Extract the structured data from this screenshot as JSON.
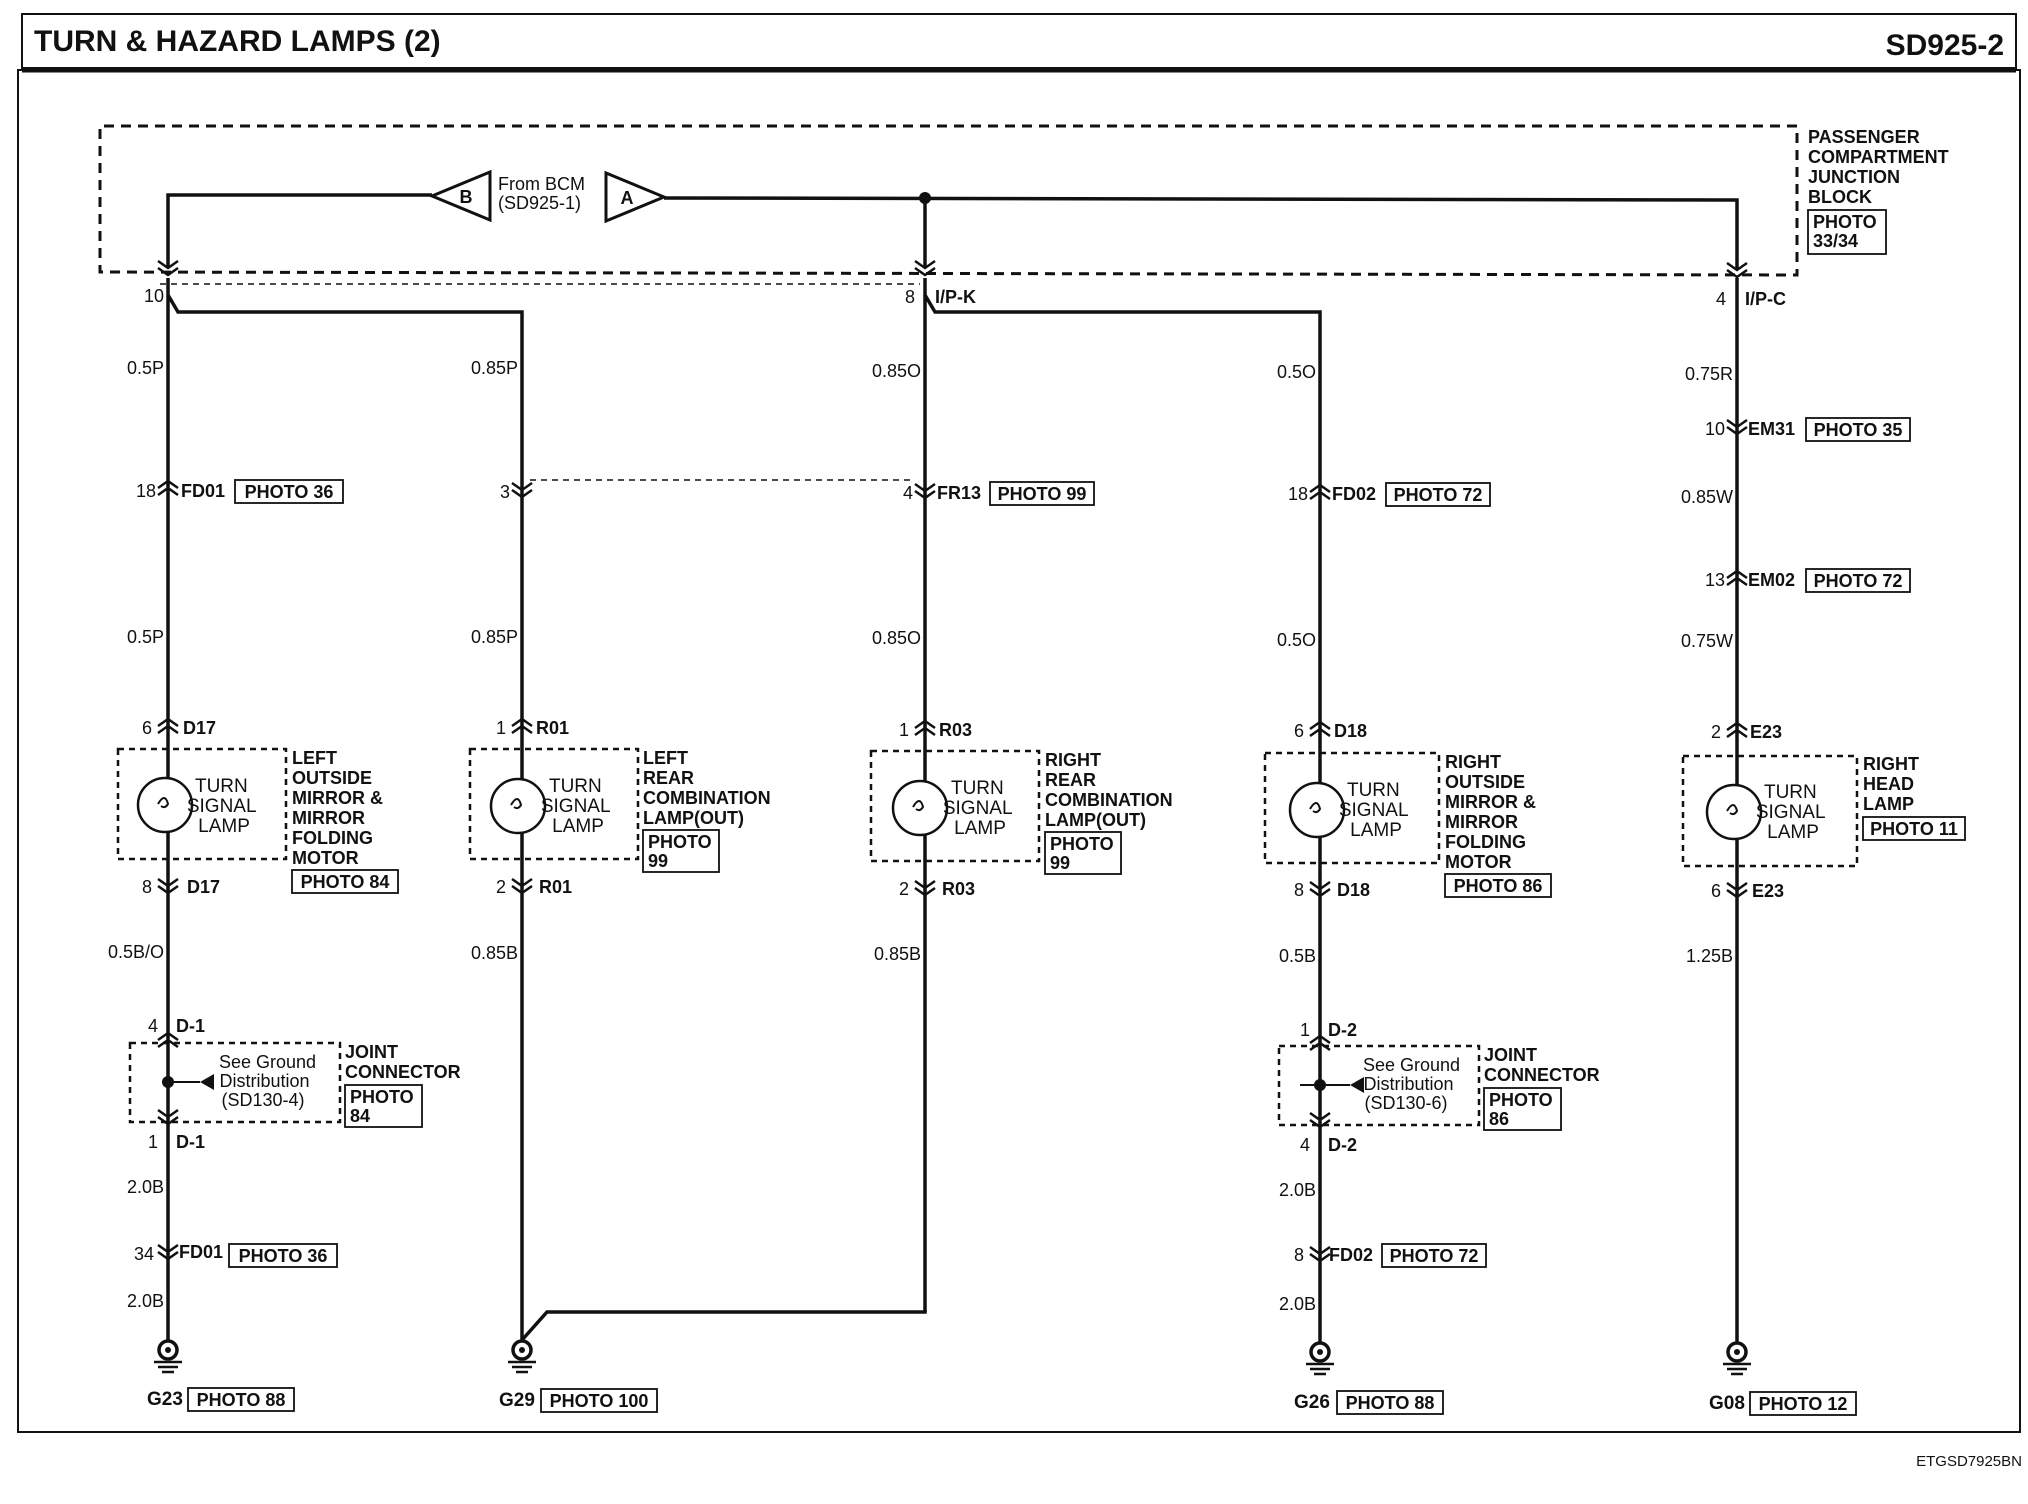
{
  "header": {
    "title": "TURN & HAZARD LAMPS (2)",
    "code": "SD925-2"
  },
  "footer_code": "ETGSD7925BN",
  "junction_block": {
    "label_lines": [
      "PASSENGER",
      "COMPARTMENT",
      "JUNCTION",
      "BLOCK"
    ],
    "photo_lines": [
      "PHOTO",
      "33/34"
    ]
  },
  "source": {
    "arrow_b": "B",
    "arrow_a": "A",
    "label_lines": [
      "From BCM",
      "(SD925-1)"
    ]
  },
  "pins_top": {
    "p10": "10",
    "p8": "8",
    "ipk": "I/P-K",
    "p4": "4",
    "ipc": "I/P-C"
  },
  "wires": {
    "w1a": "0.5P",
    "w1b": "0.5P",
    "w1c": "0.5B/O",
    "w1d": "2.0B",
    "w1e": "2.0B",
    "w2a": "0.85P",
    "w2b": "0.85P",
    "w2c": "0.85B",
    "w3a": "0.85O",
    "w3b": "0.85O",
    "w3c": "0.85B",
    "w4a": "0.5O",
    "w4b": "0.5O",
    "w4c": "0.5B",
    "w4d": "2.0B",
    "w4e": "2.0B",
    "w5a": "0.75R",
    "w5b": "0.85W",
    "w5c": "0.75W",
    "w5d": "1.25B"
  },
  "connectors": {
    "fd01_top": {
      "pin": "18",
      "name": "FD01",
      "photo": "PHOTO 36"
    },
    "c3": {
      "pin": "3"
    },
    "fr13": {
      "pin": "4",
      "name": "FR13",
      "photo": "PHOTO 99"
    },
    "fd02_top": {
      "pin": "18",
      "name": "FD02",
      "photo": "PHOTO 72"
    },
    "em31": {
      "pin": "10",
      "name": "EM31",
      "photo": "PHOTO 35"
    },
    "em02": {
      "pin": "13",
      "name": "EM02",
      "photo": "PHOTO 72"
    },
    "d17_in": {
      "pin": "6",
      "name": "D17"
    },
    "r01_in": {
      "pin": "1",
      "name": "R01"
    },
    "r03_in": {
      "pin": "1",
      "name": "R03"
    },
    "d18_in": {
      "pin": "6",
      "name": "D18"
    },
    "e23_in": {
      "pin": "2",
      "name": "E23"
    },
    "d17_out": {
      "pin": "8",
      "name": "D17"
    },
    "r01_out": {
      "pin": "2",
      "name": "R01"
    },
    "r03_out": {
      "pin": "2",
      "name": "R03"
    },
    "d18_out": {
      "pin": "8",
      "name": "D18"
    },
    "e23_out": {
      "pin": "6",
      "name": "E23"
    },
    "d1_top": {
      "pin": "4",
      "name": "D-1"
    },
    "d1_bot": {
      "pin": "1",
      "name": "D-1"
    },
    "d2_top": {
      "pin": "1",
      "name": "D-2"
    },
    "d2_bot": {
      "pin": "4",
      "name": "D-2"
    },
    "fd01_bot": {
      "pin": "34",
      "name": "FD01",
      "photo": "PHOTO 36"
    },
    "fd02_bot": {
      "pin": "8",
      "name": "FD02",
      "photo": "PHOTO 72"
    }
  },
  "lamps": {
    "lamp_text": [
      "TURN",
      "SIGNAL",
      "LAMP"
    ],
    "l1": {
      "desc": [
        "LEFT",
        "OUTSIDE",
        "MIRROR &",
        "MIRROR",
        "FOLDING",
        "MOTOR"
      ],
      "photo": "PHOTO 84"
    },
    "l2": {
      "desc": [
        "LEFT",
        "REAR",
        "COMBINATION",
        "LAMP(OUT)"
      ],
      "photo_lines": [
        "PHOTO",
        "99"
      ]
    },
    "l3": {
      "desc": [
        "RIGHT",
        "REAR",
        "COMBINATION",
        "LAMP(OUT)"
      ],
      "photo_lines": [
        "PHOTO",
        "99"
      ]
    },
    "l4": {
      "desc": [
        "RIGHT",
        "OUTSIDE",
        "MIRROR &",
        "MIRROR",
        "FOLDING",
        "MOTOR"
      ],
      "photo": "PHOTO 86"
    },
    "l5": {
      "desc": [
        "RIGHT",
        "HEAD",
        "LAMP"
      ],
      "photo": "PHOTO 11"
    }
  },
  "joints": {
    "j1": {
      "note": [
        "See Ground",
        "Distribution",
        "(SD130-4)"
      ],
      "label": [
        "JOINT",
        "CONNECTOR"
      ],
      "photo_lines": [
        "PHOTO",
        "84"
      ]
    },
    "j2": {
      "note": [
        "See Ground",
        "Distribution",
        "(SD130-6)"
      ],
      "label": [
        "JOINT",
        "CONNECTOR"
      ],
      "photo_lines": [
        "PHOTO",
        "86"
      ]
    }
  },
  "grounds": {
    "g23": {
      "name": "G23",
      "photo": "PHOTO 88"
    },
    "g29": {
      "name": "G29",
      "photo": "PHOTO 100"
    },
    "g26": {
      "name": "G26",
      "photo": "PHOTO 88"
    },
    "g08": {
      "name": "G08",
      "photo": "PHOTO 12"
    }
  }
}
